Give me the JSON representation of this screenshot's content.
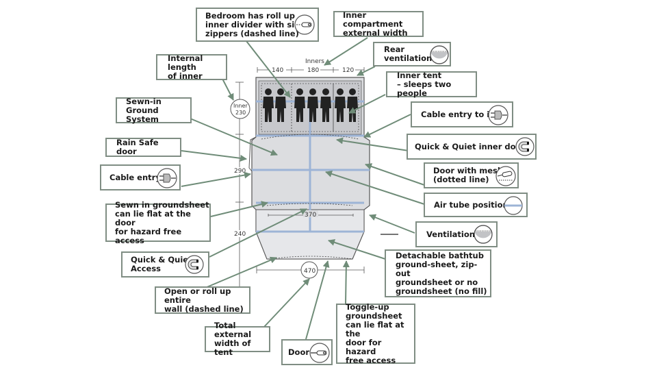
{
  "colors": {
    "leader": "#6f8c78",
    "box_border": "#7f8d83",
    "tent_fill": "#dcdde0",
    "inner_fill": "#c7c8cc",
    "air_tube": "#9db4d6",
    "outline": "#555555"
  },
  "dimensions": {
    "inners_label": "Inners",
    "inner_widths": [
      "140",
      "180",
      "120"
    ],
    "inner_length_label": "Inner",
    "inner_length": "230",
    "living_length": "290",
    "porch_length": "240",
    "living_width": "370",
    "total_width": "470"
  },
  "callouts": [
    {
      "id": "bedroom-divider",
      "text": "Bedroom has roll up\ninner divider with side\nzippers (dashed line)",
      "icon": "door-zip-icon"
    },
    {
      "id": "inner-compartment-width",
      "text": "Inner compartment\nexternal width"
    },
    {
      "id": "internal-length",
      "text": "Internal length\nof inner"
    },
    {
      "id": "rear-ventilation",
      "text": "Rear ventilation",
      "icon": "ventilation-icon"
    },
    {
      "id": "inner-tent",
      "text": "Inner tent\n– sleeps two people"
    },
    {
      "id": "sewn-in-ground-system",
      "text": "Sewn-in Ground\nSystem"
    },
    {
      "id": "cable-entry-inner",
      "text": "Cable entry to inn",
      "icon": "plug-icon"
    },
    {
      "id": "rain-safe-door",
      "text": "Rain Safe door"
    },
    {
      "id": "quick-quiet-inner-doors",
      "text": "Quick & Quiet inner doors",
      "icon": "magnet-icon"
    },
    {
      "id": "cable-entry",
      "text": "Cable entry",
      "icon": "plug-icon"
    },
    {
      "id": "door-with-mesh",
      "text": "Door with mesh\n(dotted line)",
      "icon": "mesh-door-icon"
    },
    {
      "id": "air-tube-position",
      "text": "Air tube position",
      "icon": "air-tube-icon"
    },
    {
      "id": "sewn-in-groundsheet",
      "text": "Sewn in groundsheet\ncan lie flat at the door\nfor hazard free access"
    },
    {
      "id": "ventilation",
      "text": "Ventilation",
      "icon": "ventilation-icon"
    },
    {
      "id": "quick-quiet-access",
      "text": "Quick & Quiet\nAccess",
      "icon": "magnet-icon"
    },
    {
      "id": "detachable-bathtub",
      "text": "Detachable bathtub\nground-sheet, zip-out\ngroundsheet or no\ngroundsheet (no fill)"
    },
    {
      "id": "open-roll-up-wall",
      "text": "Open or roll up entire\nwall (dashed line)"
    },
    {
      "id": "toggle-up-groundsheet",
      "text": "Toggle-up\ngroundsheet\ncan lie flat at the\ndoor for hazard\nfree access"
    },
    {
      "id": "total-external-width",
      "text": "Total external\nwidth of tent"
    },
    {
      "id": "door",
      "text": "Door",
      "icon": "door-zip-icon"
    }
  ]
}
